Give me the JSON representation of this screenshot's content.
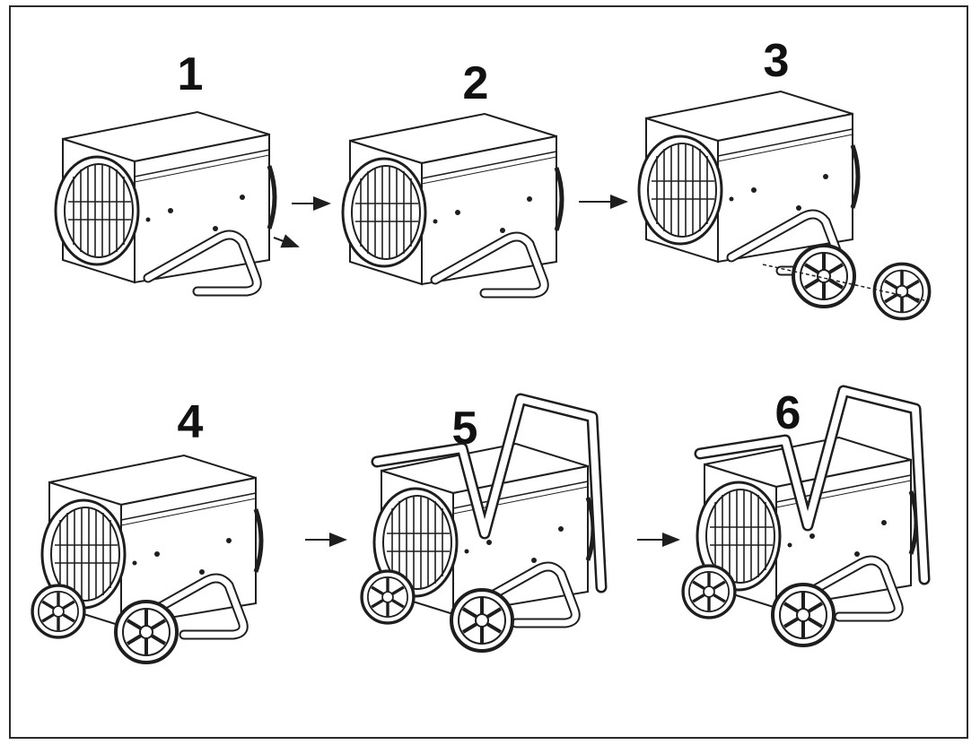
{
  "steps": [
    {
      "number": "1"
    },
    {
      "number": "2"
    },
    {
      "number": "3"
    },
    {
      "number": "4"
    },
    {
      "number": "5"
    },
    {
      "number": "6"
    }
  ],
  "icons": {
    "heater": "heater-unit-icon",
    "wheel": "wheel-icon",
    "arrow": "arrow-right-icon"
  },
  "colors": {
    "line": "#1e1e1e",
    "fill": "#ffffff"
  }
}
